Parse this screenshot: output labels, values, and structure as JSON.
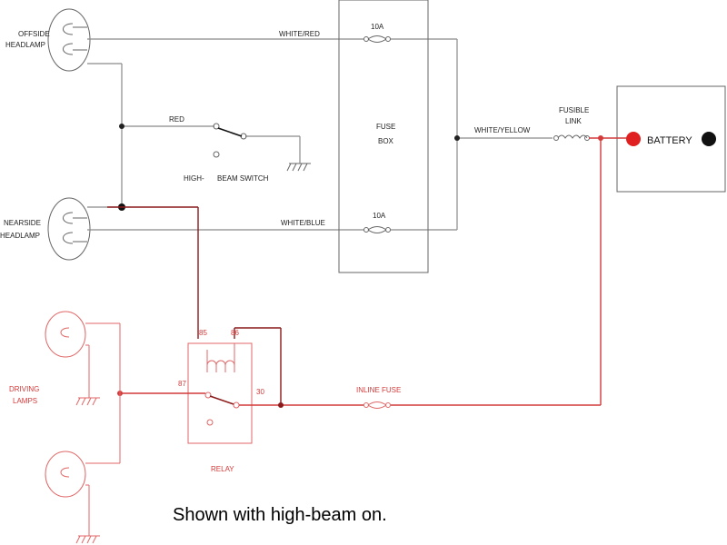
{
  "labels": {
    "offside_headlamp_1": "OFFSIDE",
    "offside_headlamp_2": "HEADLAMP",
    "nearside_headlamp_1": "NEARSIDE",
    "nearside_headlamp_2": "HEADLAMP",
    "white_red": "WHITE/RED",
    "white_blue": "WHITE/BLUE",
    "white_yellow": "WHITE/YELLOW",
    "red": "RED",
    "fuse_top": "10A",
    "fuse_bottom": "10A",
    "fuse_box_1": "FUSE",
    "fuse_box_2": "BOX",
    "fusible_link_1": "FUSIBLE",
    "fusible_link_2": "LINK",
    "battery": "BATTERY",
    "high_beam_switch_a": "HIGH-",
    "high_beam_switch_b": "BEAM SWITCH",
    "relay": "RELAY",
    "pin_85": "85",
    "pin_86": "86",
    "pin_87": "87",
    "pin_30": "30",
    "inline_fuse": "INLINE FUSE",
    "driving_lamps_1": "DRIVING",
    "driving_lamps_2": "LAMPS",
    "caption": "Shown with high-beam on."
  },
  "colors": {
    "harness_wire": "#8a8a8a",
    "relay_feed_wire": "#8b1a1a",
    "added_circuit": "#d43a3a",
    "battery_positive": "#e02020",
    "battery_negative": "#111111"
  }
}
